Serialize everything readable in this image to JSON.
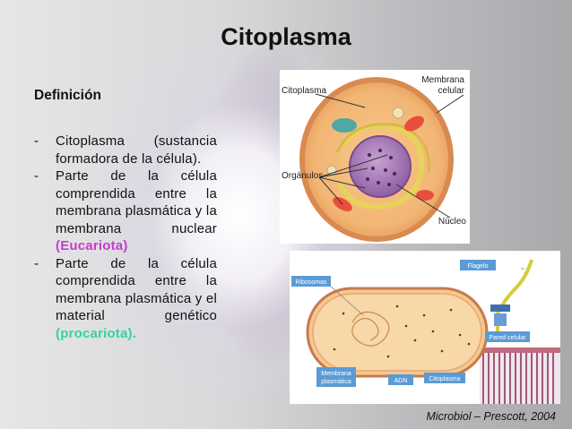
{
  "title": "Citoplasma",
  "definition_heading": "Definición",
  "bullets": [
    {
      "dash": "-",
      "text": "Citoplasma (sustancia formadora de la célula)."
    },
    {
      "dash": "-",
      "text": "Parte de la célula comprendida entre la membrana plasmática y la membrana nuclear ",
      "highlight": "(Eucariota)"
    },
    {
      "dash": "-",
      "text": "Parte de la célula comprendida entre la membrana plasmática y el material genético ",
      "highlight": "(procariota)."
    }
  ],
  "eukaryote_image": {
    "labels": {
      "citoplasma": "Citoplasma",
      "membrana_line1": "Membrana",
      "membrana_line2": "celular",
      "organulos": "Orgánulos",
      "nucleo": "Núcleo"
    }
  },
  "prokaryote_image": {
    "labels": {
      "flagelo": "Flagelo",
      "ribosomas": "Ribosomas",
      "pared_celular": "Pared celular",
      "membrana_line1": "Membrana",
      "membrana_line2": "plasmática",
      "adn": "ADN",
      "citoplasma": "Citoplasma"
    },
    "label_color": "#5b9bd5"
  },
  "citation": "Microbiol – Prescott, 2004"
}
